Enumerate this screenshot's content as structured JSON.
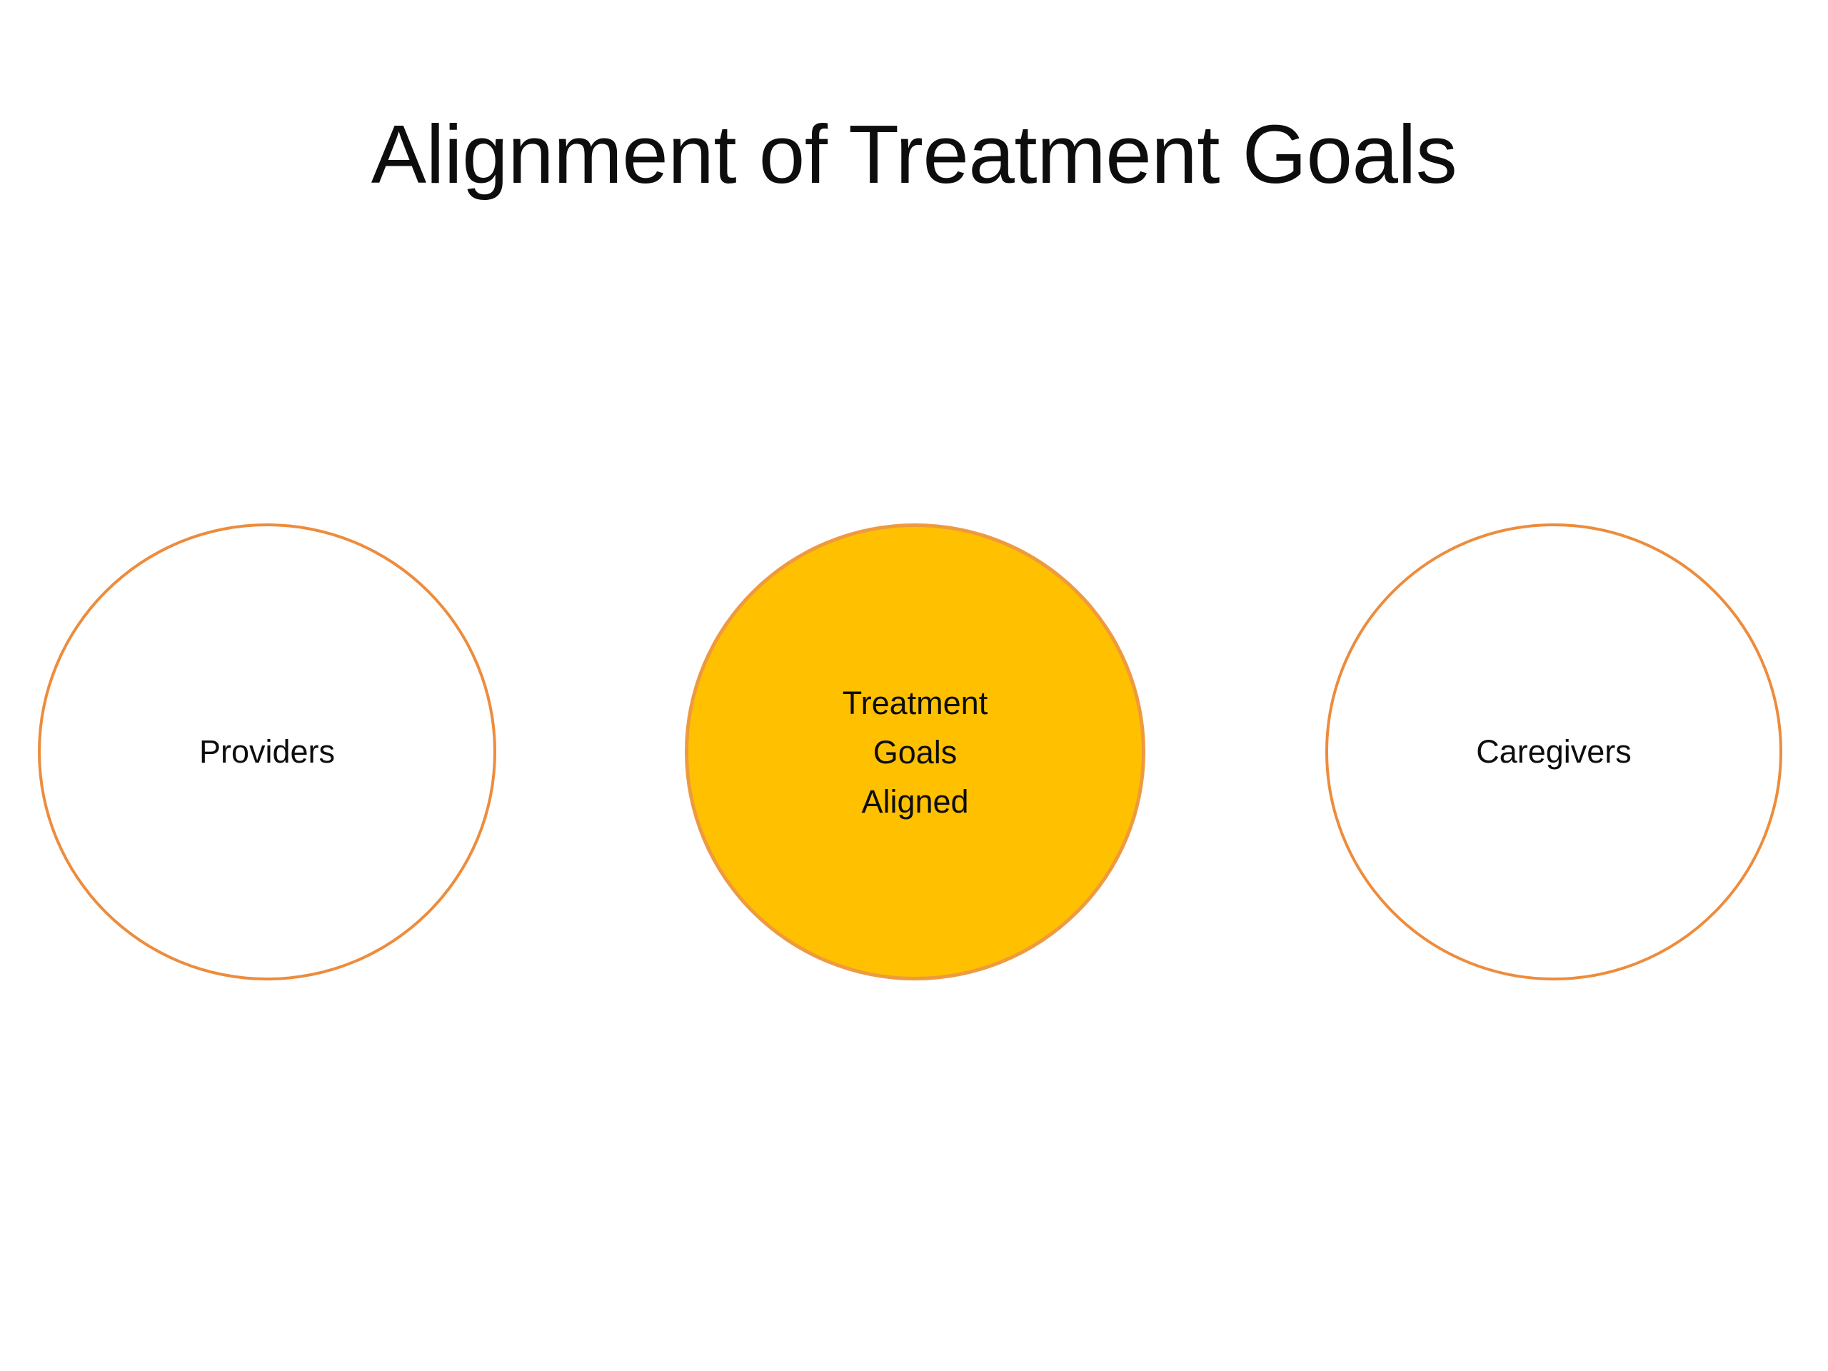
{
  "slide": {
    "title": "Alignment of Treatment Goals",
    "background_color": "#FFFFFF",
    "title_color": "#0D0D0D"
  },
  "diagram": {
    "type": "three-circle-alignment",
    "accent_color": "#ED8C3C",
    "highlight_fill": "#FFC000",
    "circles": [
      {
        "id": "providers",
        "label": "Providers",
        "fill": "#FFFFFF",
        "border": "#ED8C3C",
        "position": "left"
      },
      {
        "id": "treatment-goals-aligned",
        "label": "Treatment\nGoals\nAligned",
        "fill": "#FFC000",
        "border": "#EE9A3E",
        "position": "center"
      },
      {
        "id": "caregivers",
        "label": "Caregivers",
        "fill": "#FFFFFF",
        "border": "#ED8C3C",
        "position": "right"
      }
    ]
  }
}
